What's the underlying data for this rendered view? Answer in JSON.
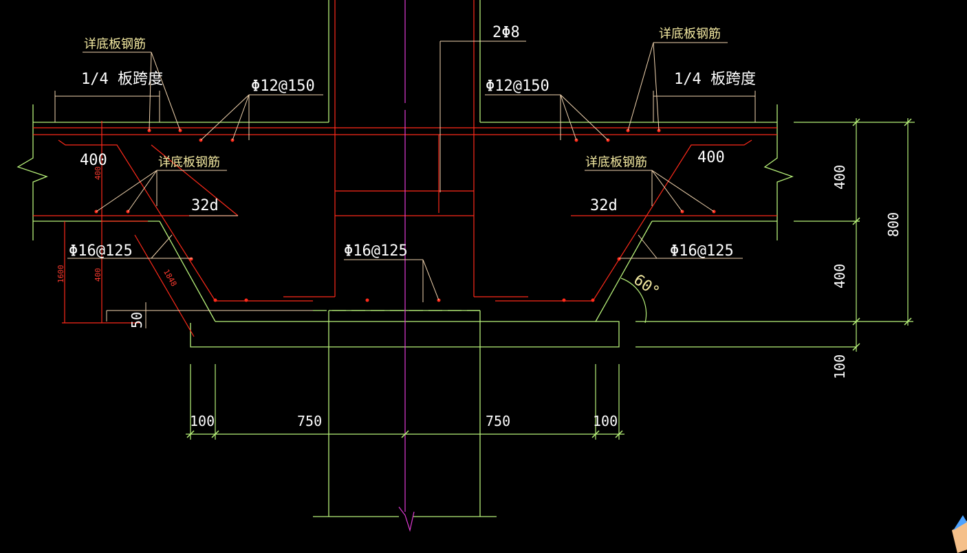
{
  "colors": {
    "background": "#000000",
    "rebar": "#ff2a1a",
    "outline": "#b8f27a",
    "axis": "#e23bd6",
    "text": "#ffffff",
    "note_text": "#f2e8a0"
  },
  "labels": {
    "see_bottom_rebar": "详底板钢筋",
    "quarter_span": "1/4 板跨度",
    "top_bar_left": "Φ12@150",
    "top_bar_right": "Φ12@150",
    "stirrup_top": "2Φ8",
    "anchor_left": "32d",
    "anchor_right": "32d",
    "slope_bar_left": "Φ16@125",
    "slope_bar_mid": "Φ16@125",
    "slope_bar_right": "Φ16@125",
    "haunch_left": "400",
    "haunch_right": "400",
    "angle": "60°"
  },
  "dimensions": {
    "right_upper": "400",
    "right_lower": "400",
    "right_total": "800",
    "right_bottom": "100",
    "bottom_left_edge": "100",
    "bottom_left_half": "750",
    "bottom_right_half": "750",
    "bottom_right_edge": "100",
    "cover": "50",
    "red_vertical_1": "400",
    "red_vertical_2": "400",
    "red_vertical_total": "1600",
    "slope_length": "1848"
  }
}
